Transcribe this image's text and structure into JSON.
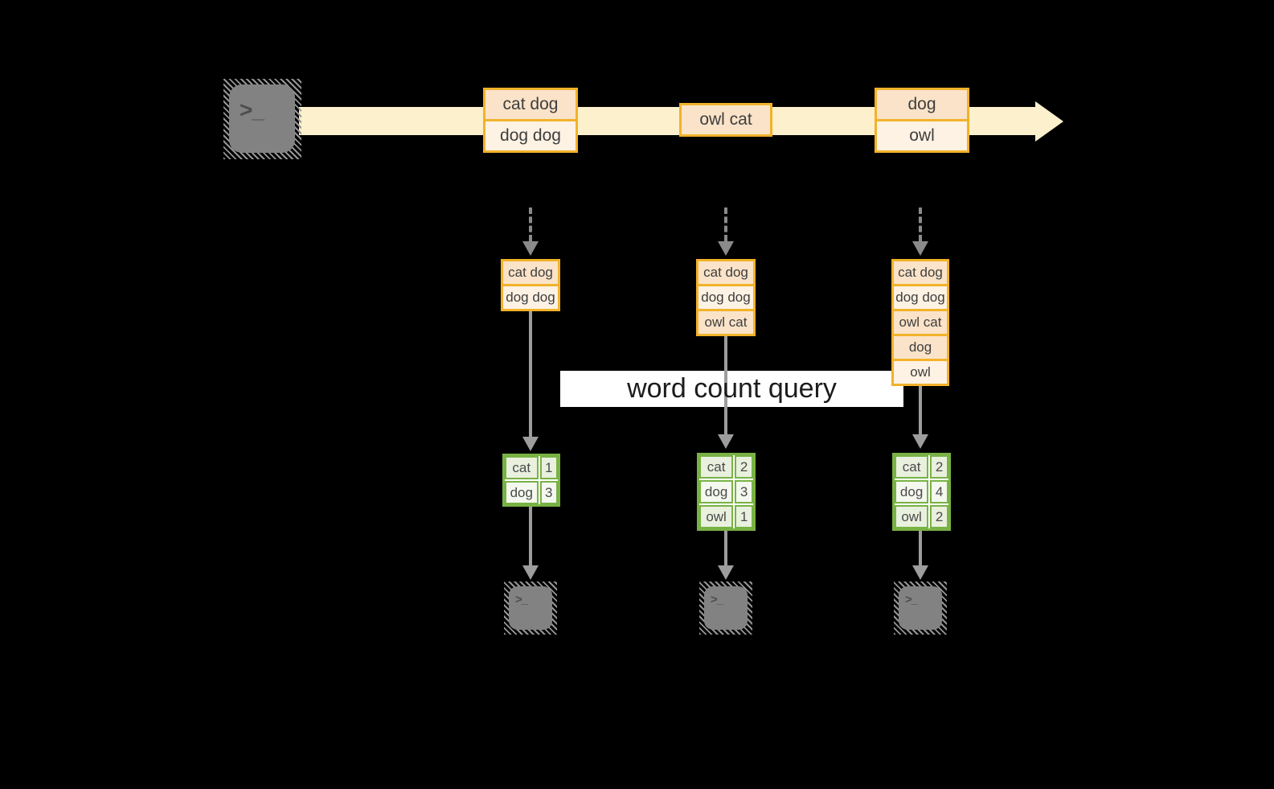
{
  "banner": {
    "label": "word count query"
  },
  "icons": {
    "glyph": ">_"
  },
  "colors": {
    "background": "#000000",
    "stream_fill": "#fdf0cd",
    "box_border": "#f2b22a",
    "box_fill_peach": "#fae3c8",
    "box_fill_cream": "#fdf2e3",
    "table_border": "#79b244",
    "table_cell_green": "#e9f0de",
    "table_cell_light": "#f4f8ee",
    "arrow_gray": "#9d9d9d",
    "banner_bg": "#ffffff",
    "banner_text": "#1c1c1c",
    "icon_gray": "#828282"
  },
  "stream": {
    "batches": [
      {
        "messages": [
          {
            "text": "cat dog",
            "tone": "peach"
          },
          {
            "text": "dog dog",
            "tone": "cream"
          }
        ]
      },
      {
        "messages": [
          {
            "text": "owl cat",
            "tone": "peach"
          }
        ]
      },
      {
        "messages": [
          {
            "text": "dog",
            "tone": "peach"
          },
          {
            "text": "owl",
            "tone": "cream"
          }
        ]
      }
    ]
  },
  "columns": [
    {
      "stack": [
        {
          "text": "cat dog",
          "tone": "peach"
        },
        {
          "text": "dog dog",
          "tone": "cream"
        }
      ],
      "counts": [
        {
          "word": "cat",
          "count": "1"
        },
        {
          "word": "dog",
          "count": "3"
        }
      ]
    },
    {
      "stack": [
        {
          "text": "cat dog",
          "tone": "peach"
        },
        {
          "text": "dog dog",
          "tone": "cream"
        },
        {
          "text": "owl cat",
          "tone": "peach"
        }
      ],
      "counts": [
        {
          "word": "cat",
          "count": "2"
        },
        {
          "word": "dog",
          "count": "3"
        },
        {
          "word": "owl",
          "count": "1"
        }
      ]
    },
    {
      "stack": [
        {
          "text": "cat dog",
          "tone": "peach"
        },
        {
          "text": "dog dog",
          "tone": "cream"
        },
        {
          "text": "owl cat",
          "tone": "peach"
        },
        {
          "text": "dog",
          "tone": "peach"
        },
        {
          "text": "owl",
          "tone": "cream"
        }
      ],
      "counts": [
        {
          "word": "cat",
          "count": "2"
        },
        {
          "word": "dog",
          "count": "4"
        },
        {
          "word": "owl",
          "count": "2"
        }
      ]
    }
  ]
}
